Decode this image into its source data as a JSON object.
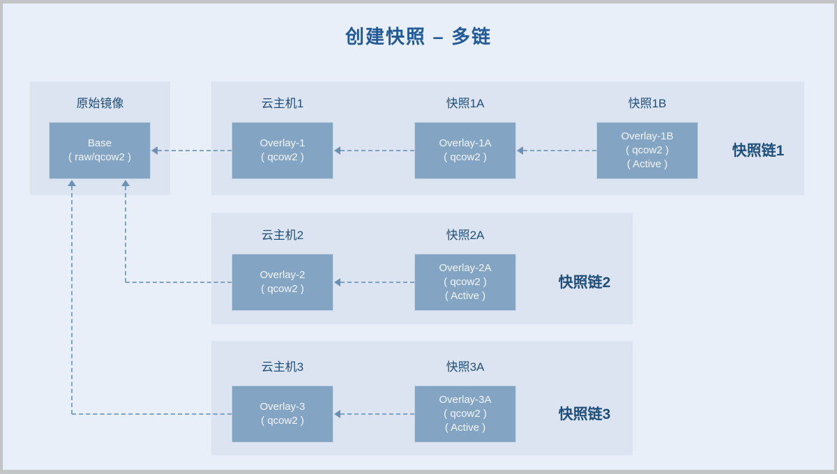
{
  "title": "创建快照 – 多链",
  "colors": {
    "accent_text": "#1f4e79",
    "title_text": "#215a96",
    "box_fill": "#84a4c4",
    "box_text": "#f2f6fa",
    "panel_bg": "#dbe4f0",
    "page_bg": "#e9eff9",
    "frame": "#c3c4c6",
    "dash_line": "#7da1c1",
    "arrow": "#6b92b5"
  },
  "base": {
    "label": "原始镜像",
    "box": [
      "Base",
      "( raw/qcow2 )"
    ]
  },
  "chains": [
    {
      "label": "快照链1",
      "nodes": [
        {
          "header": "云主机1",
          "box": [
            "Overlay-1",
            "( qcow2 )"
          ]
        },
        {
          "header": "快照1A",
          "box": [
            "Overlay-1A",
            "( qcow2 )"
          ]
        },
        {
          "header": "快照1B",
          "box": [
            "Overlay-1B",
            "( qcow2 )",
            "( Active )"
          ]
        }
      ]
    },
    {
      "label": "快照链2",
      "nodes": [
        {
          "header": "云主机2",
          "box": [
            "Overlay-2",
            "( qcow2 )"
          ]
        },
        {
          "header": "快照2A",
          "box": [
            "Overlay-2A",
            "( qcow2 )",
            "( Active )"
          ]
        }
      ]
    },
    {
      "label": "快照链3",
      "nodes": [
        {
          "header": "云主机3",
          "box": [
            "Overlay-3",
            "( qcow2 )"
          ]
        },
        {
          "header": "快照3A",
          "box": [
            "Overlay-3A",
            "( qcow2 )",
            "( Active )"
          ]
        }
      ]
    }
  ]
}
